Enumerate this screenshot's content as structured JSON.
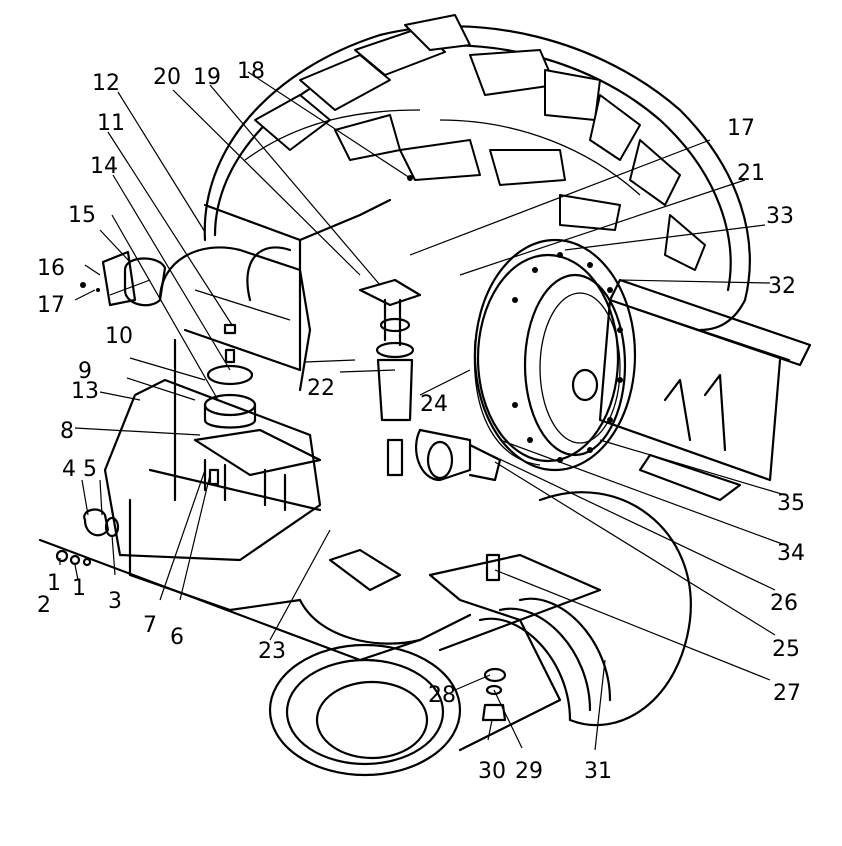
{
  "callouts": [
    {
      "id": "1a",
      "text": "1"
    },
    {
      "id": "1b",
      "text": "1"
    },
    {
      "id": "2",
      "text": "2"
    },
    {
      "id": "3",
      "text": "3"
    },
    {
      "id": "4",
      "text": "4"
    },
    {
      "id": "5",
      "text": "5"
    },
    {
      "id": "6",
      "text": "6"
    },
    {
      "id": "7",
      "text": "7"
    },
    {
      "id": "8",
      "text": "8"
    },
    {
      "id": "9",
      "text": "9"
    },
    {
      "id": "10",
      "text": "10"
    },
    {
      "id": "11",
      "text": "11"
    },
    {
      "id": "12",
      "text": "12"
    },
    {
      "id": "13",
      "text": "13"
    },
    {
      "id": "14",
      "text": "14"
    },
    {
      "id": "15",
      "text": "15"
    },
    {
      "id": "16",
      "text": "16"
    },
    {
      "id": "17a",
      "text": "17"
    },
    {
      "id": "17b",
      "text": "17"
    },
    {
      "id": "18",
      "text": "18"
    },
    {
      "id": "19",
      "text": "19"
    },
    {
      "id": "20",
      "text": "20"
    },
    {
      "id": "21",
      "text": "21"
    },
    {
      "id": "22",
      "text": "22"
    },
    {
      "id": "23",
      "text": "23"
    },
    {
      "id": "24",
      "text": "24"
    },
    {
      "id": "25",
      "text": "25"
    },
    {
      "id": "26",
      "text": "26"
    },
    {
      "id": "27",
      "text": "27"
    },
    {
      "id": "28",
      "text": "28"
    },
    {
      "id": "29",
      "text": "29"
    },
    {
      "id": "30",
      "text": "30"
    },
    {
      "id": "31",
      "text": "31"
    },
    {
      "id": "32",
      "text": "32"
    },
    {
      "id": "33",
      "text": "33"
    },
    {
      "id": "34",
      "text": "34"
    },
    {
      "id": "35",
      "text": "35"
    }
  ]
}
